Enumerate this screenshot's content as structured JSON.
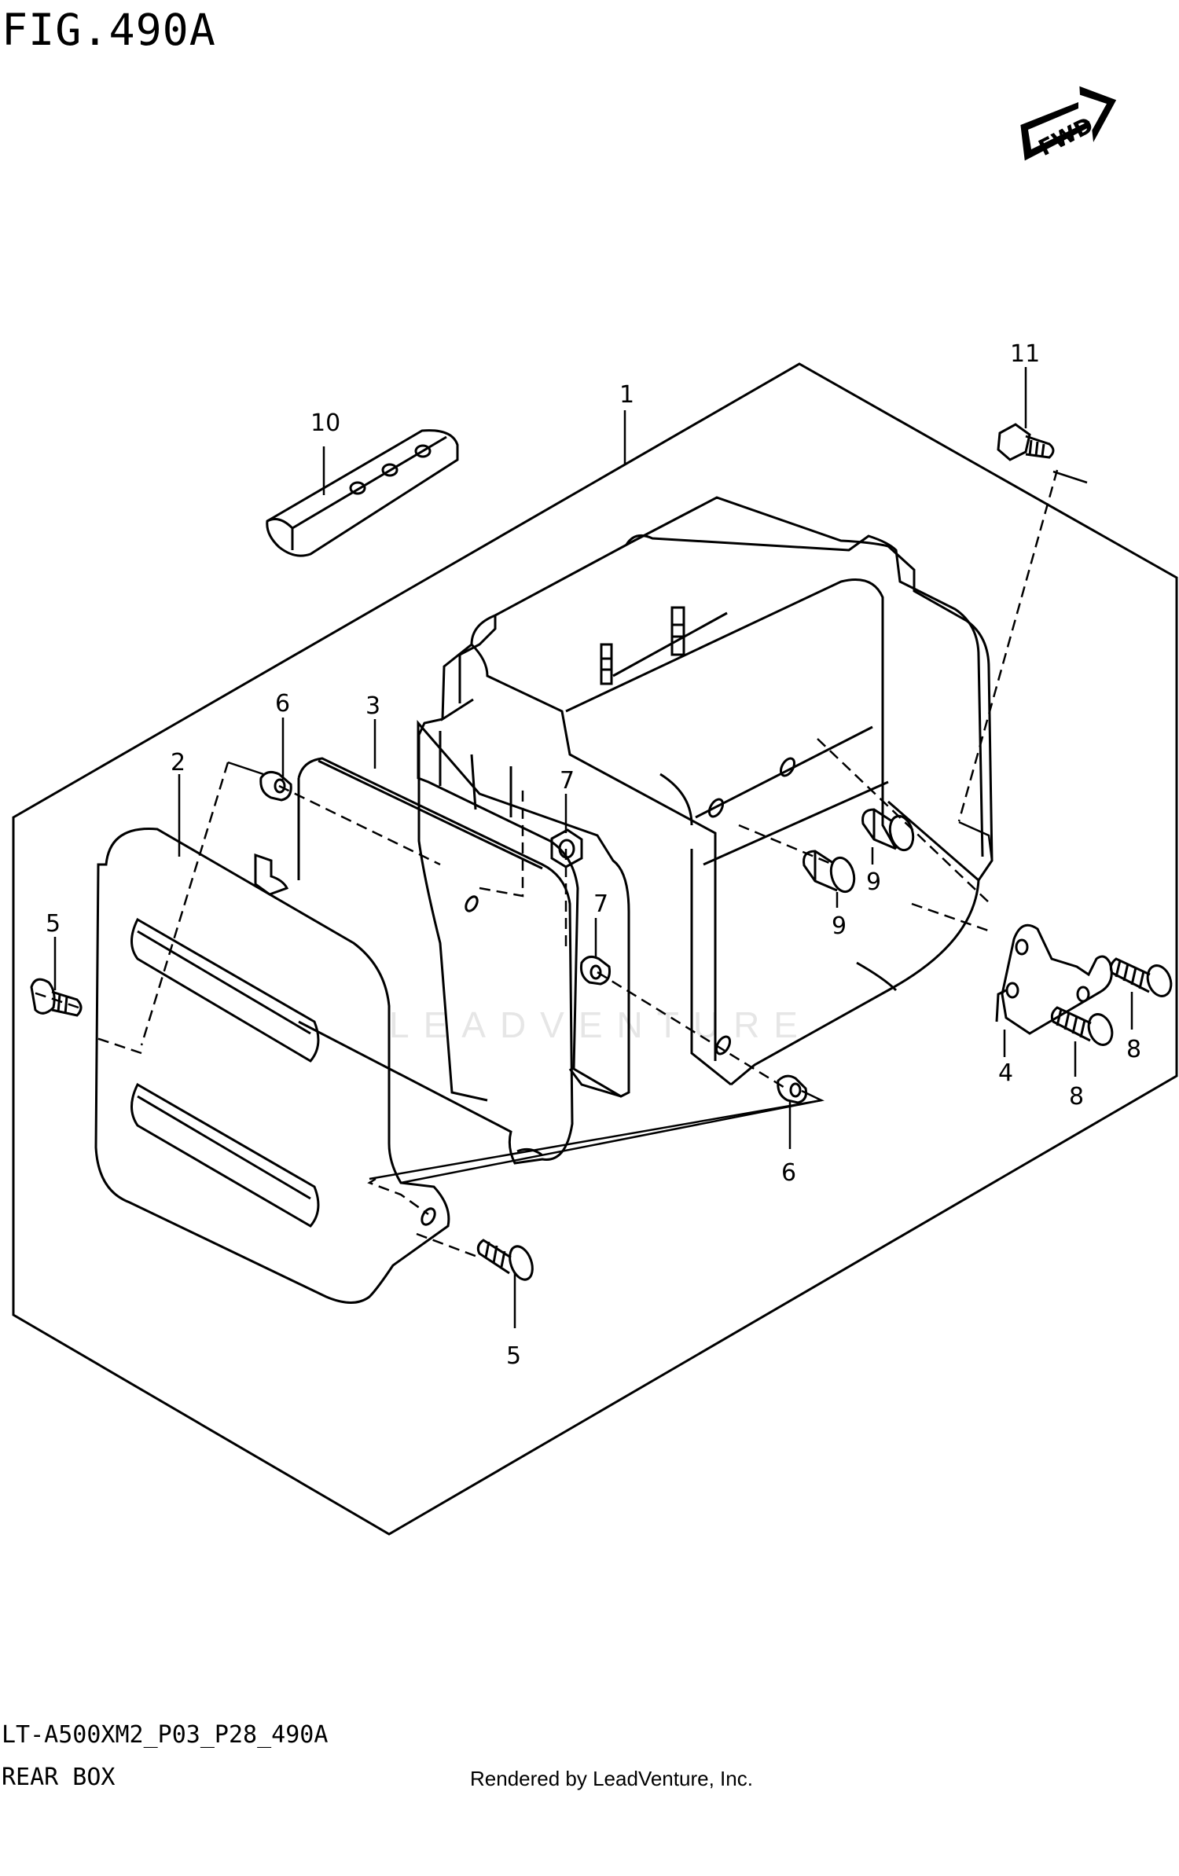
{
  "figure": {
    "title": "FIG.490A",
    "model_code": "LT-A500XM2_P03_P28_490A",
    "section_name": "REAR BOX",
    "credit": "Rendered by LeadVenture, Inc.",
    "fwd_label": "FWD",
    "watermark": "LEADVENTURE"
  },
  "callouts": [
    "1",
    "2",
    "3",
    "4",
    "5",
    "5",
    "6",
    "6",
    "7",
    "7",
    "8",
    "8",
    "9",
    "9",
    "10",
    "11"
  ],
  "colors": {
    "line": "#000000",
    "watermark": "#e6e6e6",
    "background": "#ffffff"
  }
}
